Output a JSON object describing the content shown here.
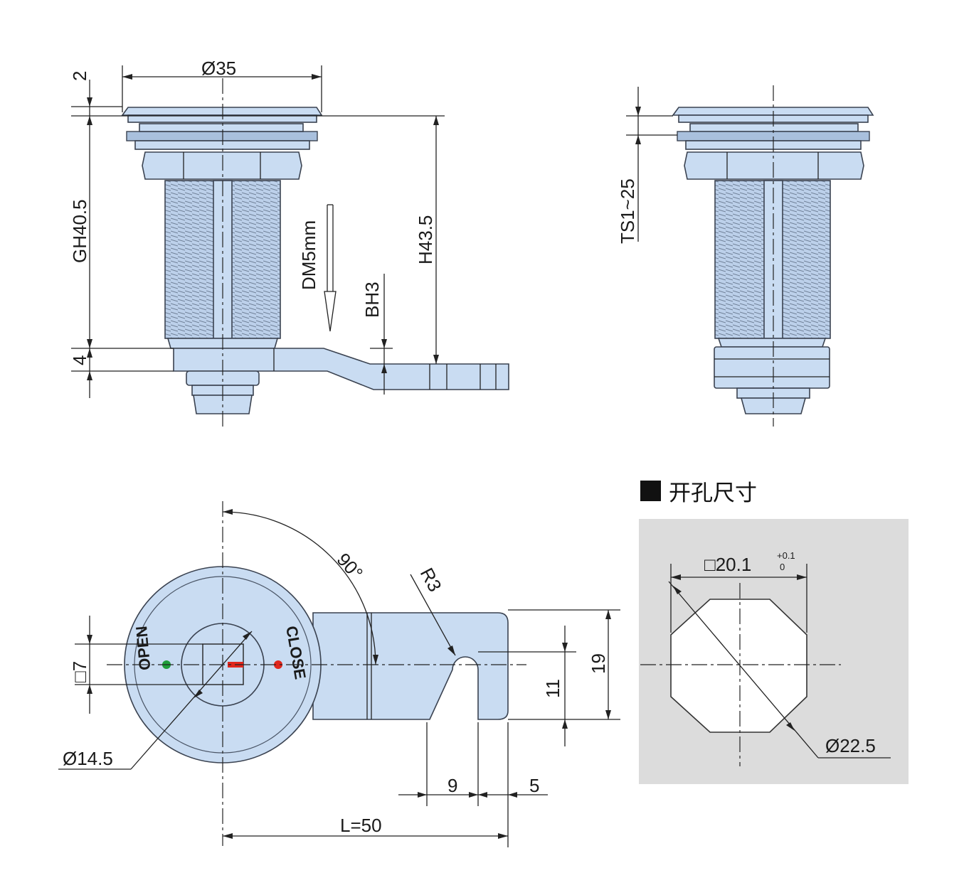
{
  "labels": {
    "diameter_35": "Ø35",
    "dim_2": "2",
    "gh": "GH40.5",
    "dm": "DM5mm",
    "bh": "BH3",
    "h": "H43.5",
    "dim_4": "4",
    "ts": "TS1~25",
    "angle": "90°",
    "r3": "R3",
    "sq7": "□7",
    "open": "OPEN",
    "close": "CLOSE",
    "dim_11": "11",
    "dim_19": "19",
    "diameter_14_5": "Ø14.5",
    "dim_9": "9",
    "dim_5": "5",
    "length": "L=50"
  },
  "cutout": {
    "title": "开孔尺寸",
    "square": "□20.1",
    "tol_upper": "+0.1",
    "tol_lower": "0",
    "diameter": "Ø22.5"
  },
  "colors": {
    "part_fill": "#c9dcf2",
    "cutout_bg": "#dcdcdc",
    "open_dot": "#1f9d3a",
    "close_dot": "#e0261c",
    "key_mark": "#e0261c"
  }
}
